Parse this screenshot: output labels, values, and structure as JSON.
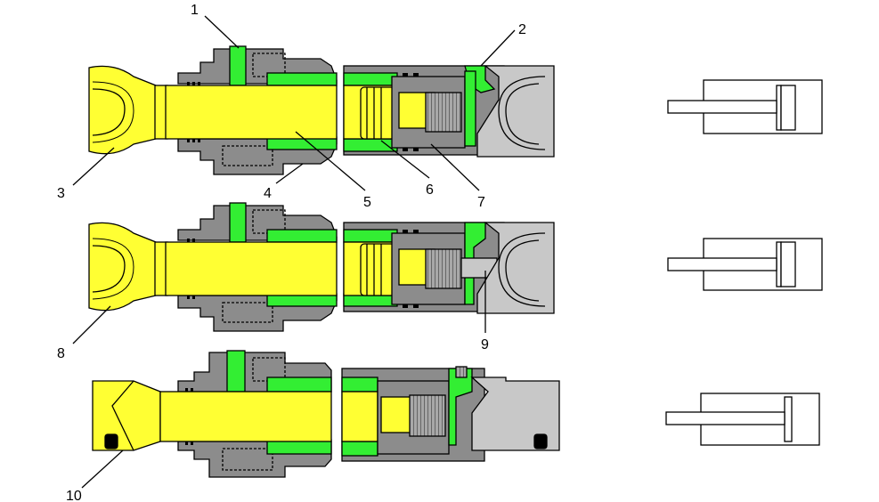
{
  "colors": {
    "rod": "#ffff33",
    "oil": "#33ee33",
    "steel": "#8c8c8c",
    "body": "#c8c8c8",
    "outline": "#000000"
  },
  "callouts": [
    {
      "id": "1",
      "label": "1"
    },
    {
      "id": "2",
      "label": "2"
    },
    {
      "id": "3",
      "label": "3"
    },
    {
      "id": "4",
      "label": "4"
    },
    {
      "id": "5",
      "label": "5"
    },
    {
      "id": "6",
      "label": "6"
    },
    {
      "id": "7",
      "label": "7"
    },
    {
      "id": "8",
      "label": "8"
    },
    {
      "id": "9",
      "label": "9"
    },
    {
      "id": "10",
      "label": "10"
    }
  ],
  "symbols": [
    {
      "name": "extended",
      "piston_position": 0.7
    },
    {
      "name": "mid",
      "piston_position": 0.7
    },
    {
      "name": "retracted",
      "piston_position": 0.75
    }
  ]
}
